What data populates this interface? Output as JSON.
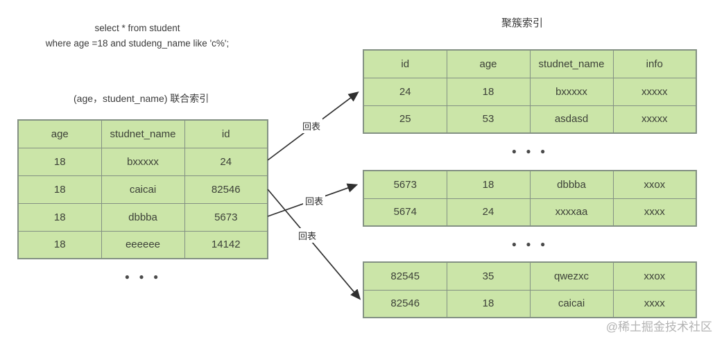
{
  "sql": {
    "line1": "select * from student",
    "line2": "where age =18 and studeng_name like 'c%';"
  },
  "labels": {
    "clustered_index": "聚簇索引",
    "composite_index": "(age，student_name) 联合索引",
    "back_to_table": "回表",
    "ellipsis": "● ● ●"
  },
  "colors": {
    "cell_green": "#cbe5a8",
    "table_border": "#839083",
    "cell_text": "#3c4038",
    "arrow": "#2f2f2f",
    "watermark": "#b3b3b3"
  },
  "index_table": {
    "headers": [
      "age",
      "studnet_name",
      "id"
    ],
    "rows": [
      [
        "18",
        "bxxxxx",
        "24"
      ],
      [
        "18",
        "caicai",
        "82546"
      ],
      [
        "18",
        "dbbba",
        "5673"
      ],
      [
        "18",
        "eeeeee",
        "14142"
      ]
    ]
  },
  "clustered_tables": {
    "t1": {
      "headers": [
        "id",
        "age",
        "studnet_name",
        "info"
      ],
      "rows": [
        [
          "24",
          "18",
          "bxxxxx",
          "xxxxx"
        ],
        [
          "25",
          "53",
          "asdasd",
          "xxxxx"
        ]
      ]
    },
    "t2": {
      "headers": [],
      "rows": [
        [
          "5673",
          "18",
          "dbbba",
          "xxox"
        ],
        [
          "5674",
          "24",
          "xxxxaa",
          "xxxx"
        ]
      ]
    },
    "t3": {
      "headers": [],
      "rows": [
        [
          "82545",
          "35",
          "qwezxc",
          "xxox"
        ],
        [
          "82546",
          "18",
          "caicai",
          "xxxx"
        ]
      ]
    }
  },
  "watermark": "@稀土掘金技术社区"
}
